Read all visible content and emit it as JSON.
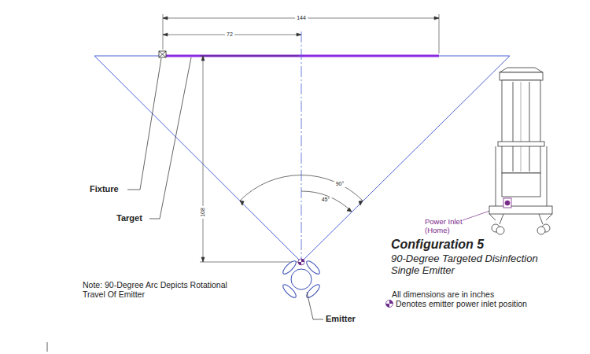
{
  "diagram": {
    "title": "Configuration 5",
    "caption": "90-Degree Targeted Disinfection Single Emitter",
    "labels": [
      "144",
      "72",
      "108",
      "90°",
      "45°",
      "Fixture",
      "Target",
      "Emitter",
      "Note: 90-Degree Arc Depicts Rotational Travel Of Emitter",
      "Power Inlet (Home)",
      "All dimensions are in inches"
    ],
    "legend": [
      {
        "text": "Denotes emitter power inlet position"
      }
    ]
  }
}
